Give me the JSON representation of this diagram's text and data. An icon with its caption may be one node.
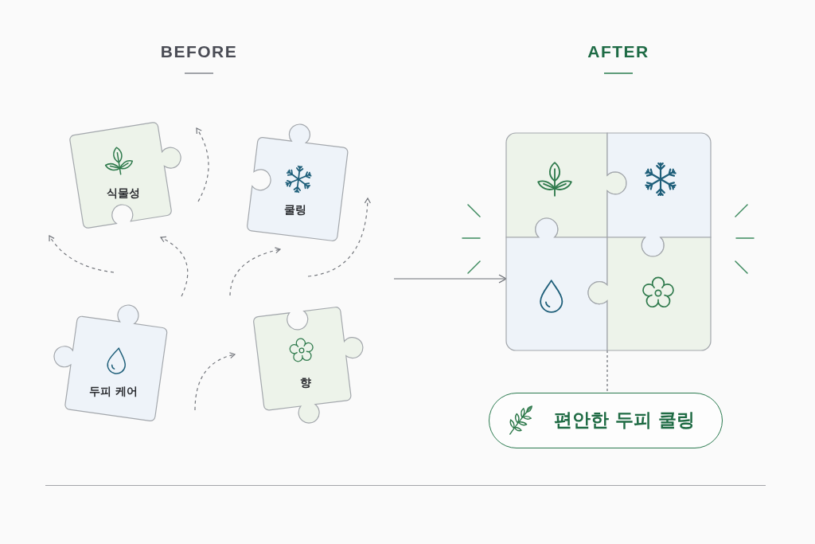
{
  "diagram": {
    "nodes": [
      {
        "text": [
          "식물성"
        ]
      },
      {
        "text": [
          "쿨링"
        ]
      },
      {
        "text": [
          "두피 케어"
        ]
      },
      {
        "text": [
          "향"
        ]
      },
      {
        "text": [],
        "shape": "box"
      },
      {
        "text": [],
        "shape": "puzzle",
        "in": 4
      },
      {
        "text": [],
        "shape": "puzzle",
        "in": 4
      },
      {
        "text": [],
        "shape": "puzzle",
        "in": 4
      },
      {
        "text": [],
        "shape": "puzzle",
        "in": 4
      },
      {
        "text": [
          "편안한 두피 쿨링"
        ]
      }
    ],
    "edges": [
      {
        "from": null,
        "to": 4,
        "arrow": "to"
      },
      {
        "from": 4,
        "to": 9,
        "arrow": "none",
        "style": "dashed"
      }
    ],
    "labels": [
      "BEFORE",
      "AFTER"
    ]
  }
}
